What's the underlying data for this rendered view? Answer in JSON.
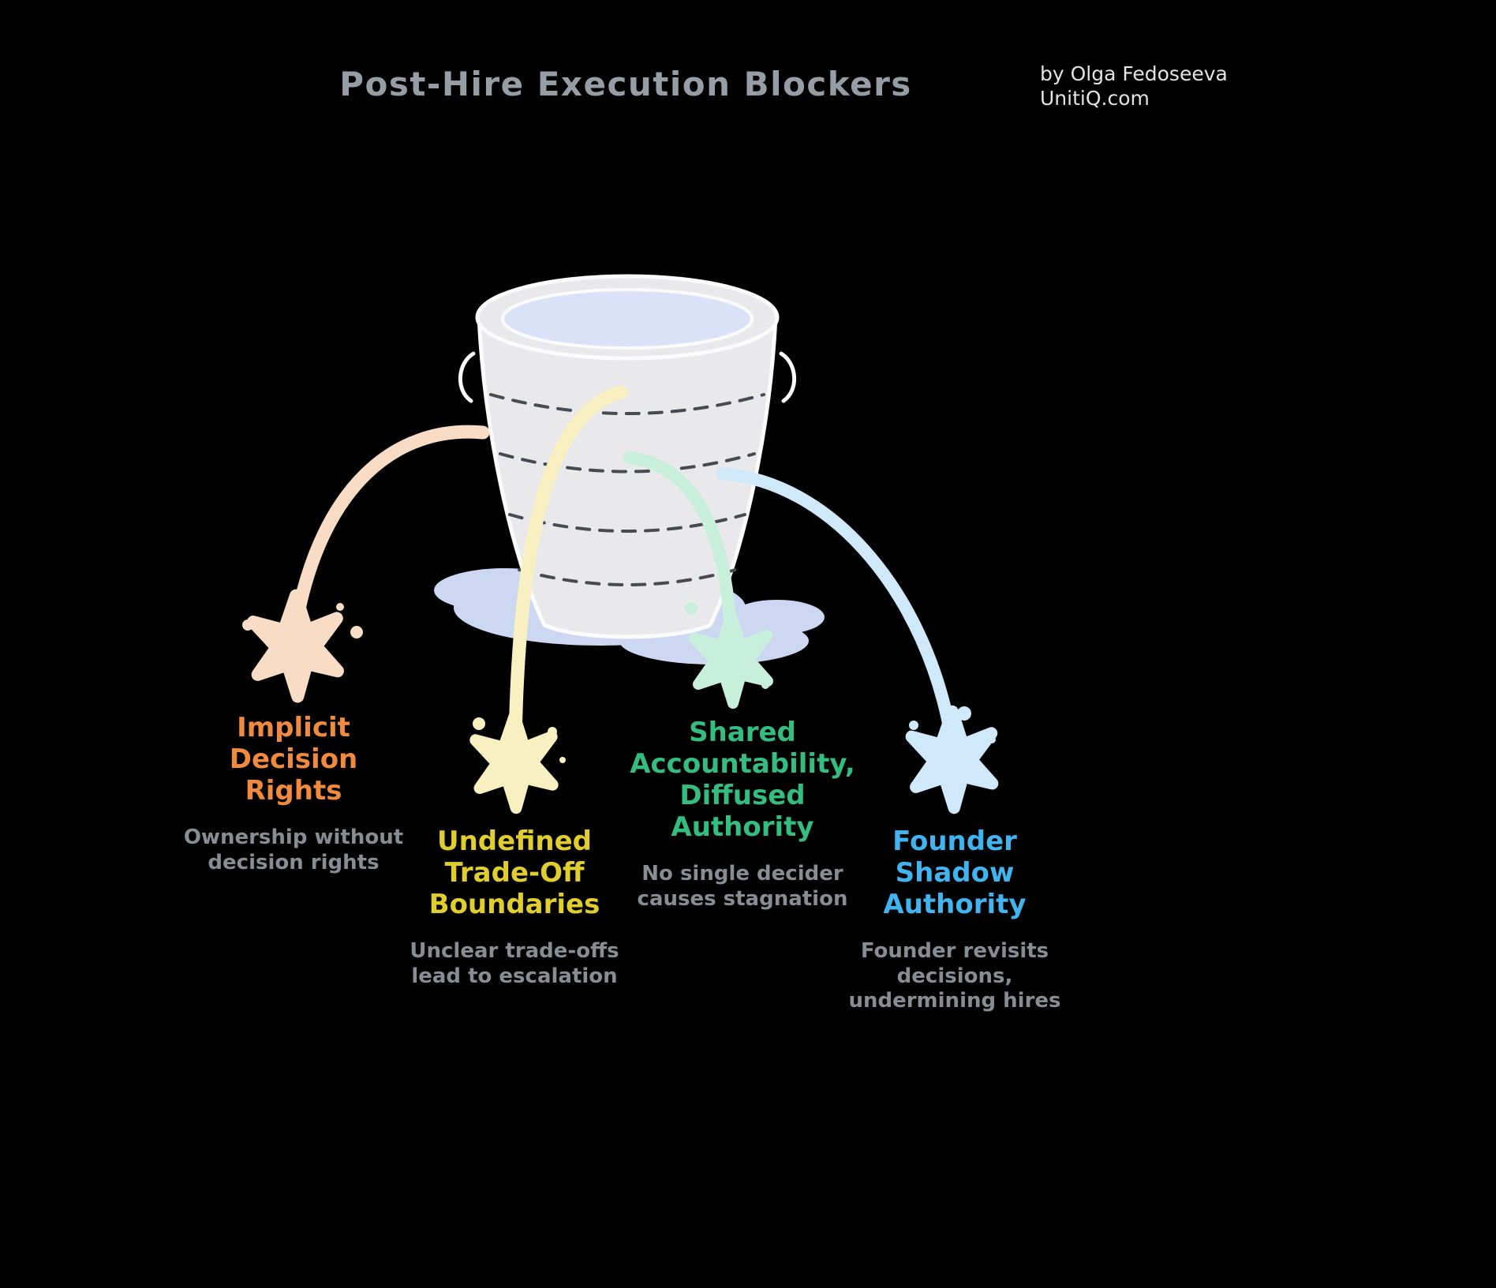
{
  "header": {
    "title": "Post-Hire Execution Blockers",
    "attribution": {
      "line1": "by Olga Fedoseeva",
      "line2": "UnitiQ.com"
    }
  },
  "illustration": {
    "name": "leaky-bucket",
    "bucket_color": "#e9e9ec",
    "bucket_outline_color": "#fbfbfb",
    "water_color": "#d9e2f6",
    "puddle_color": "#ccd7f2",
    "dash_color": "#464b51"
  },
  "blockers": [
    {
      "id": "implicit-decision-rights",
      "title": "Implicit\nDecision\nRights",
      "description": "Ownership without\ndecision rights",
      "color": "#ef8a3e",
      "stream_color": "#f8dcc5"
    },
    {
      "id": "undefined-trade-off-boundaries",
      "title": "Undefined\nTrade-Off\nBoundaries",
      "description": "Unclear trade-offs\nlead to escalation",
      "color": "#e0cd2e",
      "stream_color": "#f8f0c0"
    },
    {
      "id": "shared-accountability-diffused-authority",
      "title": "Shared\nAccountability,\nDiffused\nAuthority",
      "description": "No single decider\ncauses stagnation",
      "color": "#35bd80",
      "stream_color": "#c8efdc"
    },
    {
      "id": "founder-shadow-authority",
      "title": "Founder\nShadow\nAuthority",
      "description": "Founder revisits\ndecisions,\nundermining hires",
      "color": "#41b4f0",
      "stream_color": "#cfe9fb"
    }
  ],
  "description_color": "#888d94"
}
